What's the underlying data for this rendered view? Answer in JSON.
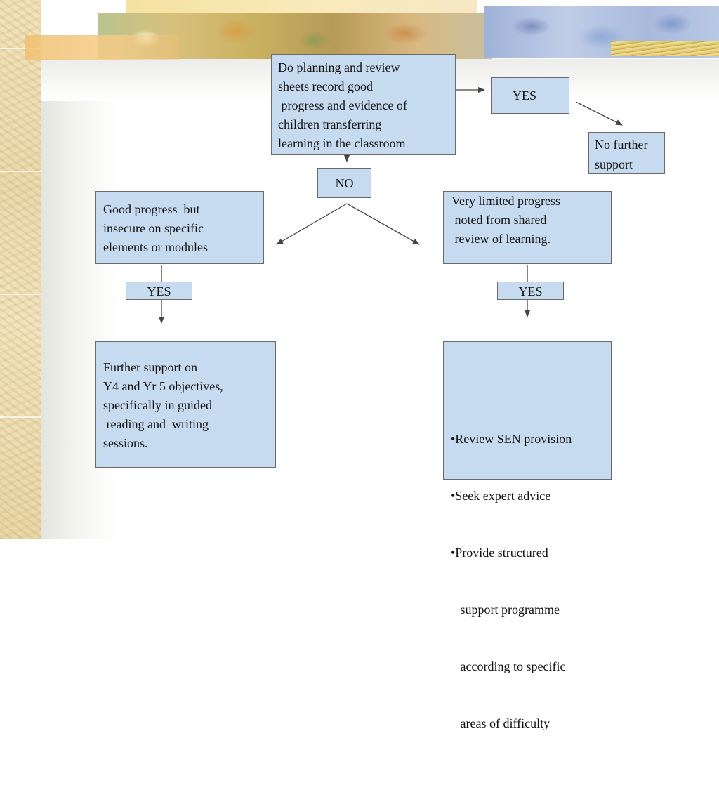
{
  "flowchart": {
    "question": "Do planning and review\nsheets record good\n progress and evidence of\nchildren transferring\nlearning in the classroom",
    "yes_top": "YES",
    "no_further": "No further\nsupport",
    "no": "NO",
    "good_progress": "Good progress  but\ninsecure on specific\nelements or modules",
    "limited_progress": "Very limited progress\n noted from shared\n review of learning.",
    "yes_left": "YES",
    "yes_right": "YES",
    "further_support": "Further support on\nY4 and Yr 5 objectives,\nspecifically in guided\n reading and  writing\nsessions.",
    "sen_actions": [
      "•Review SEN provision",
      "•Seek expert advice",
      "•Provide structured",
      "   support programme",
      "   according to specific",
      "   areas of difficulty"
    ]
  },
  "colors": {
    "box_fill": "#c6daf0",
    "box_border": "#6a6a6a",
    "arrow": "#444444"
  }
}
